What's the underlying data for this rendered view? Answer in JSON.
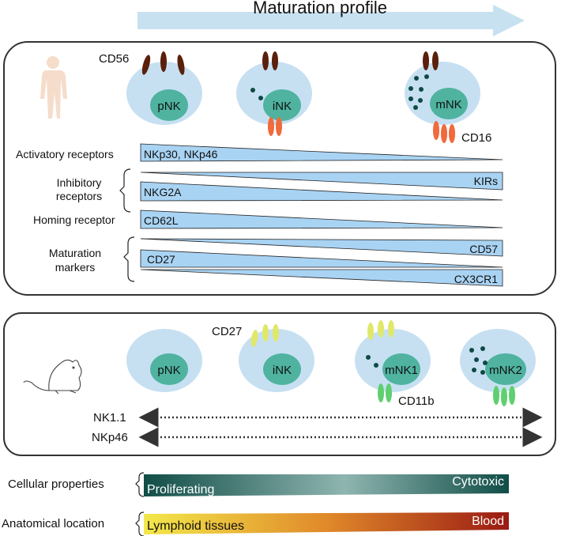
{
  "header": {
    "title": "Maturation profile"
  },
  "human_panel": {
    "cells": [
      {
        "label": "pNK"
      },
      {
        "label": "iNK"
      },
      {
        "label": "mNK"
      }
    ],
    "markers": {
      "cd56": "CD56",
      "cd16": "CD16"
    },
    "rows": [
      {
        "label": "Activatory receptors",
        "bars": [
          "NKp30, NKp46"
        ]
      },
      {
        "label_lines": [
          "Inhibitory",
          "receptors"
        ],
        "bars": [
          "KIRs",
          "NKG2A"
        ]
      },
      {
        "label": "Homing receptor",
        "bars": [
          "CD62L"
        ]
      },
      {
        "label_lines": [
          "Maturation",
          "markers"
        ],
        "bars": [
          "CD57",
          "CD27",
          "CX3CR1"
        ]
      }
    ]
  },
  "mouse_panel": {
    "cells": [
      {
        "label": "pNK"
      },
      {
        "label": "iNK"
      },
      {
        "label": "mNK1"
      },
      {
        "label": "mNK2"
      }
    ],
    "markers": {
      "cd27": "CD27",
      "cd11b": "CD11b"
    },
    "arrows": [
      "NK1.1",
      "NKp46"
    ]
  },
  "properties": [
    {
      "label": "Cellular properties",
      "left": "Proliferating",
      "right": "Cytotoxic"
    },
    {
      "label": "Anatomical location",
      "left": "Lymphoid tissues",
      "right": "Blood"
    }
  ],
  "colors": {
    "header_arrow": "#c7e1f0",
    "cell_outer": "#c6e0f2",
    "cell_nucleus": "#4fb3a0",
    "granule": "#0e4a45",
    "cd56": "#5a200c",
    "cd16": "#f06a3c",
    "cd27": "#dfe86a",
    "cd11b": "#5fcf6f",
    "bar_fill": "#a9d3f3",
    "prolif_dark": "#114d47",
    "lymphoid_yellow": "#f3e84a",
    "blood_red": "#9a1a13"
  }
}
